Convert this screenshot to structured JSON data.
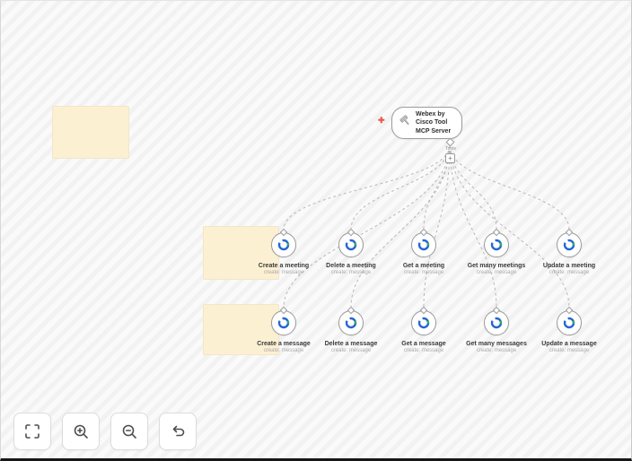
{
  "main_node": {
    "title": "Webex by Cisco Tool MCP Server",
    "output_label": "Tools",
    "add_button_label": "+",
    "input_marker": "✚"
  },
  "nodes": [
    {
      "label": "Create a meeting",
      "sublabel": "create: message"
    },
    {
      "label": "Delete a meeting",
      "sublabel": "create: message"
    },
    {
      "label": "Get a meeting",
      "sublabel": "create: message"
    },
    {
      "label": "Get many meetings",
      "sublabel": "create: message"
    },
    {
      "label": "Update a meeting",
      "sublabel": "create: message"
    },
    {
      "label": "Create a message",
      "sublabel": "create: message"
    },
    {
      "label": "Delete a message",
      "sublabel": "create: message"
    },
    {
      "label": "Get a message",
      "sublabel": "create: message"
    },
    {
      "label": "Get many messages",
      "sublabel": "create: message"
    },
    {
      "label": "Update a message",
      "sublabel": "create: message"
    }
  ],
  "sticky_notes": [
    {
      "content": ""
    },
    {
      "content": ""
    },
    {
      "content": ""
    }
  ],
  "controls": {
    "fit_view": "fit view",
    "zoom_in": "zoom in",
    "zoom_out": "zoom out",
    "undo": "undo"
  },
  "colors": {
    "sticky": "#fcf0d2",
    "webex_blue": "#2566d4",
    "webex_green": "#3cb54a",
    "connection": "#b9b9b9",
    "input_marker_red": "#ea5648"
  }
}
